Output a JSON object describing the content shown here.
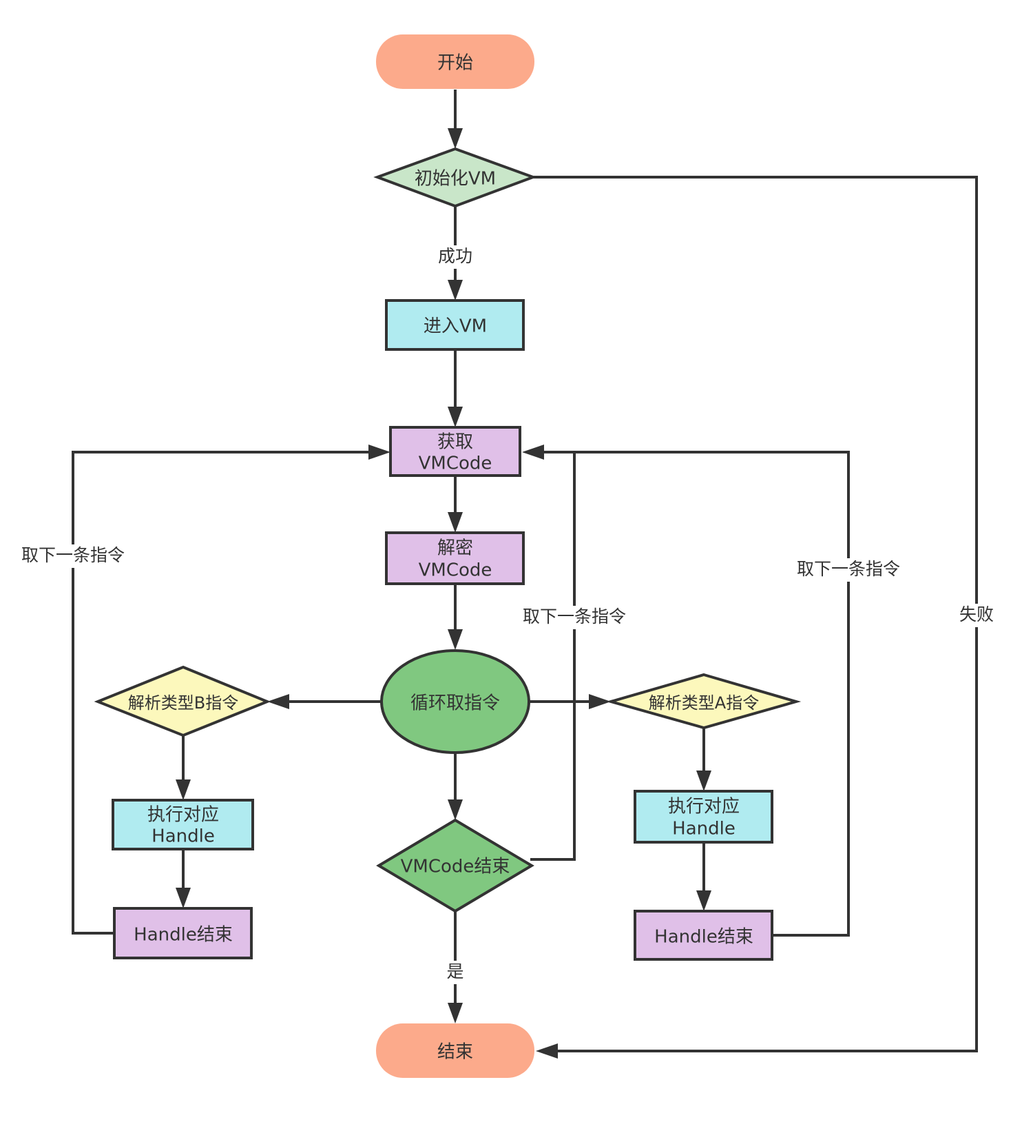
{
  "diagram": {
    "colors": {
      "terminal": "#FCAA8B",
      "decision_init": "#C9E6C9",
      "process_blue": "#B0EBF0",
      "process_purple": "#E0C0E8",
      "loop_green": "#80C880",
      "decision_yellow": "#FCF8BC",
      "stroke": "#333333"
    },
    "nodes": {
      "start": "开始",
      "init_vm": "初始化VM",
      "enter_vm": "进入VM",
      "fetch_line1": "获取",
      "fetch_line2": "VMCode",
      "decrypt_line1": "解密",
      "decrypt_line2": "VMCode",
      "loop_fetch": "循环取指令",
      "parse_b": "解析类型B指令",
      "parse_a": "解析类型A指令",
      "exec_b_line1": "执行对应",
      "exec_b_line2": "Handle",
      "exec_a_line1": "执行对应",
      "exec_a_line2": "Handle",
      "handle_end_b": "Handle结束",
      "handle_end_a": "Handle结束",
      "vmcode_end": "VMCode结束",
      "end": "结束"
    },
    "edge_labels": {
      "success": "成功",
      "fail": "失败",
      "next_left": "取下一条指令",
      "next_middle": "取下一条指令",
      "next_right": "取下一条指令",
      "yes": "是"
    }
  }
}
